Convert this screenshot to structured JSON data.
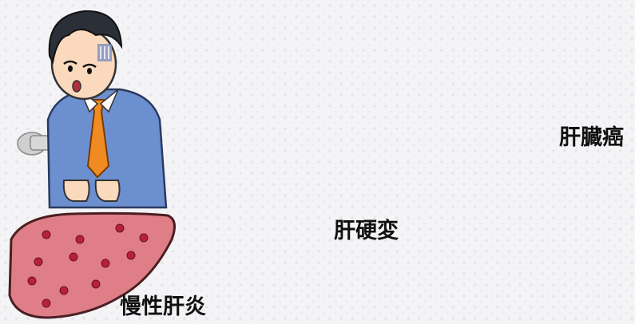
{
  "stages": [
    {
      "label": "慢性肝炎",
      "color": "#d9707a"
    },
    {
      "label": "肝硬変",
      "color": "#8a3b42"
    },
    {
      "label": "肝臓癌",
      "color": "#8e3c46"
    }
  ],
  "arrow_color": "#1aa3e0",
  "icons": {
    "sick_man": "sick-man-illustration",
    "doctor": "doctor-illustration",
    "arrow": "triangle-arrow-icon"
  }
}
